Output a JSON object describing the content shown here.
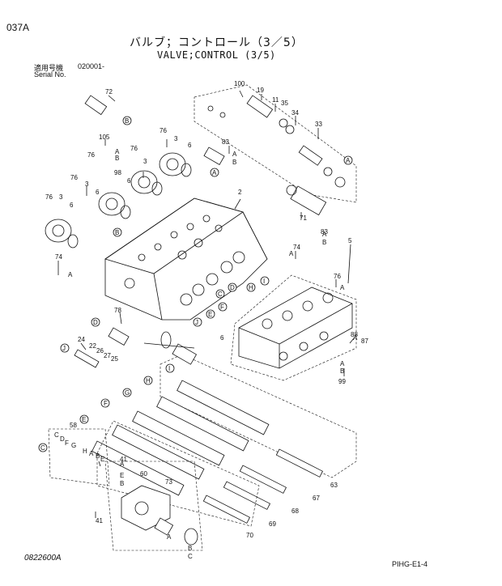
{
  "header": {
    "page_code": "037A",
    "title_jp": "バルブ；コントロール（3／5）",
    "title_en": "VALVE;CONTROL (3/5)",
    "serial_label_jp": "適用号機",
    "serial_value": "020001-",
    "serial_label_en": "Serial No."
  },
  "footer": {
    "ref_code": "0822600A",
    "plate_code": "PIHG-E1-4"
  },
  "callouts": [
    {
      "id": "72",
      "text": "72"
    },
    {
      "id": "100",
      "text": "100"
    },
    {
      "id": "19",
      "text": "19"
    },
    {
      "id": "11",
      "text": "11"
    },
    {
      "id": "35",
      "text": "35"
    },
    {
      "id": "34",
      "text": "34"
    },
    {
      "id": "33",
      "text": "33"
    },
    {
      "id": "105",
      "text": "105"
    },
    {
      "id": "76a",
      "text": "76"
    },
    {
      "id": "76b",
      "text": "76"
    },
    {
      "id": "3a",
      "text": "3"
    },
    {
      "id": "6a",
      "text": "6"
    },
    {
      "id": "83a",
      "text": "83"
    },
    {
      "id": "76c",
      "text": "76"
    },
    {
      "id": "98",
      "text": "98"
    },
    {
      "id": "6b",
      "text": "6"
    },
    {
      "id": "3b",
      "text": "3"
    },
    {
      "id": "2",
      "text": "2"
    },
    {
      "id": "76d",
      "text": "76"
    },
    {
      "id": "3c",
      "text": "3"
    },
    {
      "id": "6c",
      "text": "6"
    },
    {
      "id": "76e",
      "text": "76"
    },
    {
      "id": "3d",
      "text": "3"
    },
    {
      "id": "6d",
      "text": "6"
    },
    {
      "id": "71",
      "text": "71"
    },
    {
      "id": "74a",
      "text": "74"
    },
    {
      "id": "83b",
      "text": "83"
    },
    {
      "id": "5",
      "text": "5"
    },
    {
      "id": "74b",
      "text": "74"
    },
    {
      "id": "76f",
      "text": "76"
    },
    {
      "id": "78",
      "text": "78"
    },
    {
      "id": "24",
      "text": "24"
    },
    {
      "id": "22",
      "text": "22"
    },
    {
      "id": "26",
      "text": "26"
    },
    {
      "id": "27",
      "text": "27"
    },
    {
      "id": "25",
      "text": "25"
    },
    {
      "id": "6e",
      "text": "6"
    },
    {
      "id": "88",
      "text": "88"
    },
    {
      "id": "87",
      "text": "87"
    },
    {
      "id": "99",
      "text": "99"
    },
    {
      "id": "58",
      "text": "58"
    },
    {
      "id": "41a",
      "text": "41"
    },
    {
      "id": "60",
      "text": "60"
    },
    {
      "id": "73",
      "text": "73"
    },
    {
      "id": "41b",
      "text": "41"
    },
    {
      "id": "63",
      "text": "63"
    },
    {
      "id": "67",
      "text": "67"
    },
    {
      "id": "68",
      "text": "68"
    },
    {
      "id": "69",
      "text": "69"
    },
    {
      "id": "70",
      "text": "70"
    }
  ],
  "letters": {
    "A": "A",
    "B": "B",
    "C": "C",
    "D": "D",
    "E": "E",
    "F": "F",
    "G": "G",
    "H": "H",
    "I": "I",
    "J": "J"
  }
}
